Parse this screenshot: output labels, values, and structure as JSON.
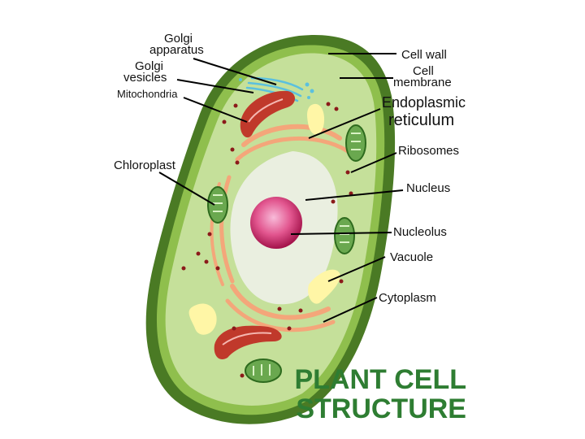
{
  "diagram": {
    "labels": {
      "golgi_apparatus": [
        "Golgi",
        "apparatus"
      ],
      "golgi_vesicles": [
        "Golgi",
        "vesicles"
      ],
      "mitochondria": "Mitochondria",
      "chloroplast": "Chloroplast",
      "cell_wall": "Cell wall",
      "cell_membrane": [
        "Cell",
        "membrane"
      ],
      "endoplasmic_reticulum": [
        "Endoplasmic",
        "reticulum"
      ],
      "ribosomes": "Ribosomes",
      "nucleus": "Nucleus",
      "nucleolus": "Nucleolus",
      "vacuole": "Vacuole",
      "cytoplasm": "Cytoplasm"
    },
    "title": [
      "PLANT CELL",
      "STRUCTURE"
    ]
  },
  "colors": {
    "cell_wall": "#4a7a24",
    "membrane": "#8fbf4d",
    "cytoplasm": "#c5e09a",
    "vacuole": "#eaefe0",
    "nucleolus": "#c2185b",
    "mitochondria": "#c0392b",
    "chloroplast": "#6aa84f",
    "golgi": "#5bc0de",
    "er": "#f4a67a",
    "title": "#2e7d32"
  }
}
